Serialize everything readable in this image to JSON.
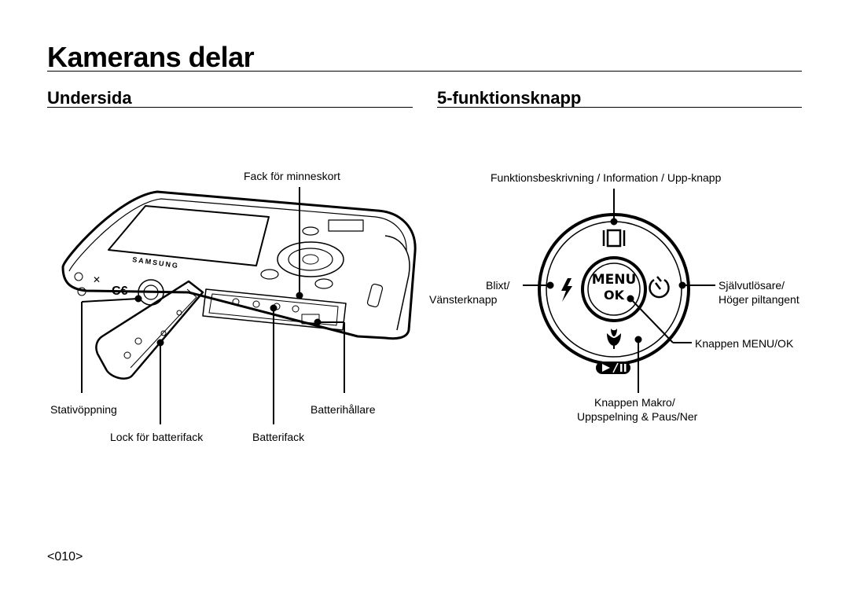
{
  "page": {
    "title": "Kamerans delar",
    "page_number": "<010>"
  },
  "left": {
    "heading": "Undersida",
    "camera_logo": "SAMSUNG",
    "labels": {
      "memory_slot": "Fack för minneskort",
      "tripod": "Stativöppning",
      "battery_holder": "Batterihållare",
      "battery_lock": "Lock för batterifack",
      "battery_compartment": "Batterifack"
    }
  },
  "right": {
    "heading": "5-funktionsknapp",
    "labels": {
      "up": "Funktionsbeskrivning / Information / Upp-knapp",
      "left_line1": "Blixt/",
      "left_line2": "Vänsterknapp",
      "right_line1": "Självutlösare/",
      "right_line2": "Höger piltangent",
      "menu_ok": "Knappen MENU/OK",
      "down_line1": "Knappen Makro/",
      "down_line2": "Uppspelning & Paus/Ner"
    },
    "button_text": {
      "menu": "MENU",
      "ok": "OK"
    },
    "icons": [
      "display-icon",
      "flash-icon",
      "self-timer-icon",
      "macro-icon",
      "play-pause-icon"
    ]
  }
}
